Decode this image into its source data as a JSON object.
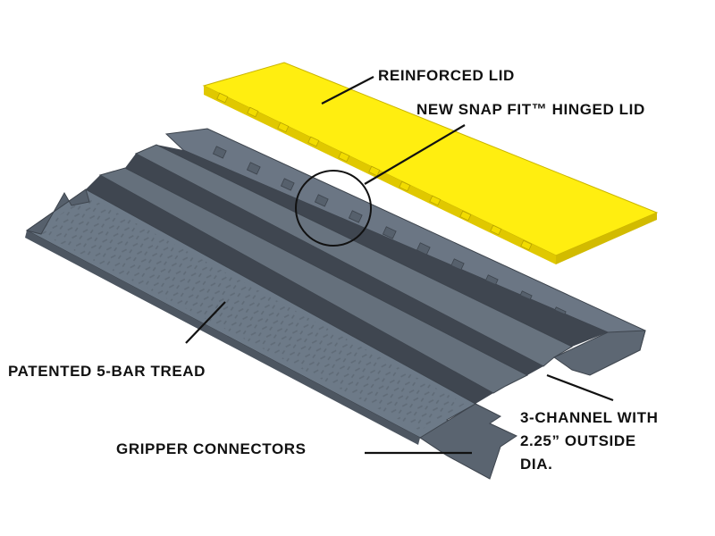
{
  "colors": {
    "lid": "#ffee10",
    "lid_shadow": "#e0c800",
    "body_top": "#6d7a88",
    "body_side": "#56606c",
    "body_dark": "#454d57",
    "ink": "#111111"
  },
  "labels": {
    "reinforced_lid": "REINFORCED LID",
    "snap_fit": "NEW SNAP FIT™ HINGED LID",
    "tread": "PATENTED 5-BAR TREAD",
    "gripper": "GRIPPER CONNECTORS",
    "channel_line1": "3-CHANNEL WITH",
    "channel_line2": "2.25” OUTSIDE",
    "channel_line3": "DIA."
  }
}
